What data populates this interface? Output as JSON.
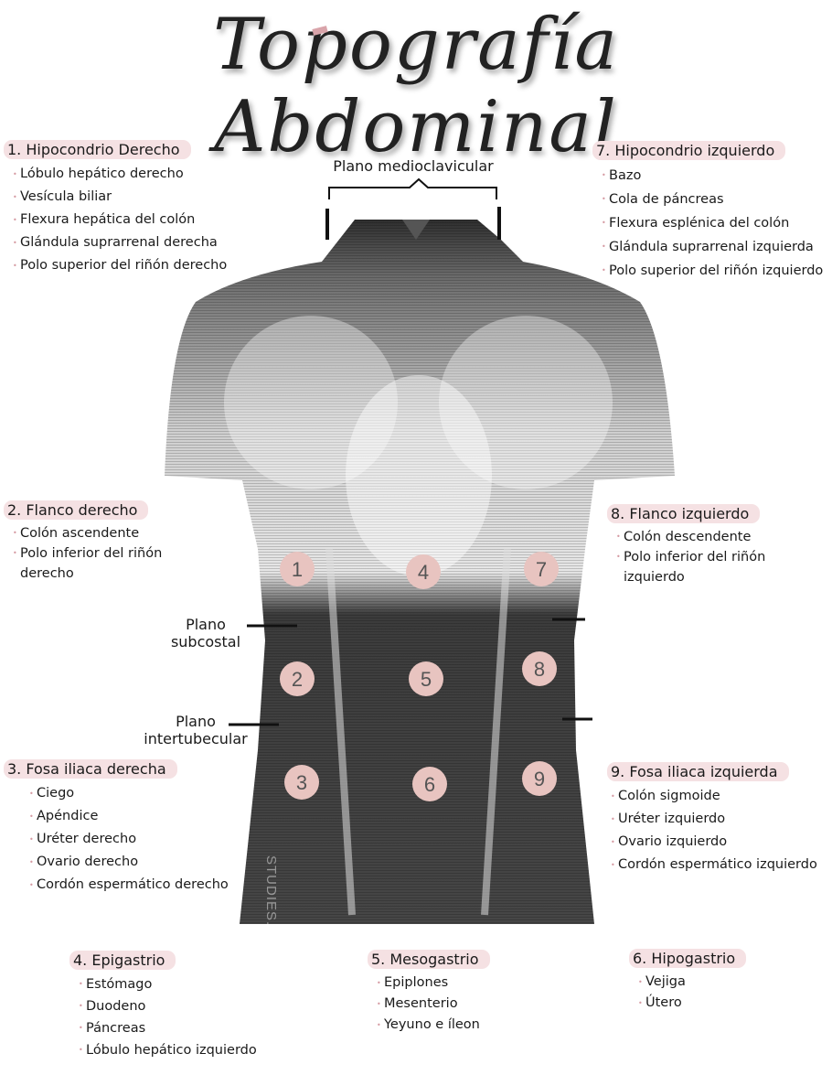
{
  "title": "Topografía Abdominal",
  "watermark": "STUDIES.HY",
  "planes": {
    "midclavicular": "Plano medioclavicular",
    "subcostal": [
      "Plano",
      "subcostal"
    ],
    "intertubercular": [
      "Plano",
      "intertubecular"
    ]
  },
  "region_markers": [
    "1",
    "2",
    "3",
    "4",
    "5",
    "6",
    "7",
    "8",
    "9"
  ],
  "regions": [
    {
      "heading": "1. Hipocondrio  Derecho",
      "items": [
        "Lóbulo hepático derecho",
        "Vesícula  biliar",
        "Flexura hepática del colón",
        "Glándula suprarrenal derecha",
        "Polo superior del riñón derecho"
      ]
    },
    {
      "heading": "2. Flanco derecho",
      "items": [
        "Colón ascendente",
        "Polo inferior del riñón derecho"
      ]
    },
    {
      "heading": "3. Fosa iliaca derecha",
      "items": [
        "Ciego",
        "Apéndice",
        "Uréter derecho",
        "Ovario  derecho",
        "Cordón espermático derecho"
      ]
    },
    {
      "heading": "4. Epigastrio",
      "items": [
        "Estómago",
        "Duodeno",
        "Páncreas",
        "Lóbulo  hepático  izquierdo"
      ]
    },
    {
      "heading": "5. Mesogastrio",
      "items": [
        "Epiplones",
        "Mesenterio",
        "Yeyuno e íleon"
      ]
    },
    {
      "heading": "6. Hipogastrio",
      "items": [
        "Vejiga",
        "Útero"
      ]
    },
    {
      "heading": "7. Hipocondrio  izquierdo",
      "items": [
        "Bazo",
        "Cola de páncreas",
        "Flexura esplénica del colón",
        "Glándula suprarrenal izquierda",
        "Polo superior del riñón izquierdo"
      ]
    },
    {
      "heading": "8. Flanco izquierdo",
      "items": [
        "Colón descendente",
        "Polo inferior del riñón izquierdo"
      ]
    },
    {
      "heading": "9. Fosa iliaca izquierda",
      "items": [
        "Colón sigmoide",
        "Uréter izquierdo",
        "Ovario izquierdo",
        "Cordón espermático izquierdo"
      ]
    }
  ],
  "colors": {
    "heading_bg": "#f5e1e3",
    "marker_fill": "#e8c4c0",
    "torso_dark": "#3a3a3a",
    "torso_light": "#d8d8d8"
  }
}
